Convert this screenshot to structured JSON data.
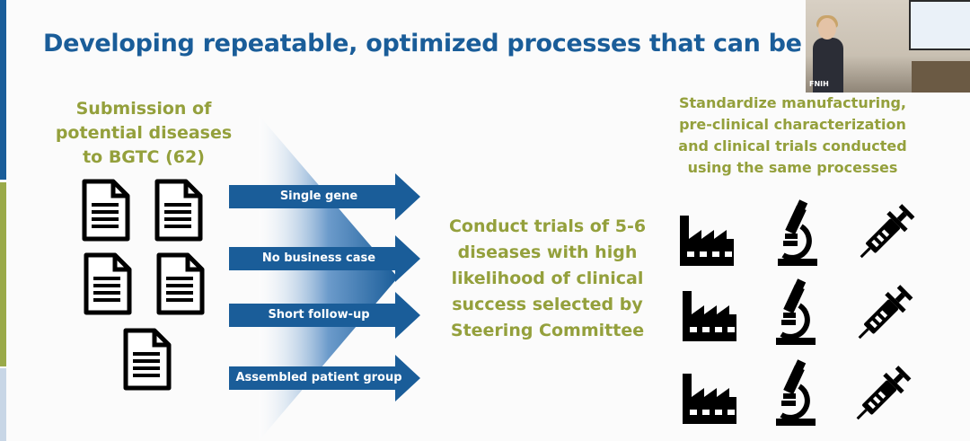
{
  "slide": {
    "title": "Developing repeatable, optimized processes that can be used br",
    "submission_text": "Submission of potential diseases to BGTC (62)",
    "criteria": [
      "Single gene",
      "No business case",
      "Short follow-up",
      "Assembled patient group"
    ],
    "conduct_text": "Conduct trials of 5-6 diseases with high likelihood of clinical success selected by Steering Committee",
    "standardize_text": "Standardize manufacturing, pre-clinical characterization and clinical trials conducted using the same processes",
    "icons": {
      "document": "document-icon",
      "factory": "factory-icon",
      "microscope": "microscope-icon",
      "syringe": "syringe-icon"
    },
    "colors": {
      "title_blue": "#1a5d99",
      "accent_green": "#94a03c",
      "arrow_blue": "#1a5d99"
    }
  },
  "webcam": {
    "label": "FNIH"
  }
}
